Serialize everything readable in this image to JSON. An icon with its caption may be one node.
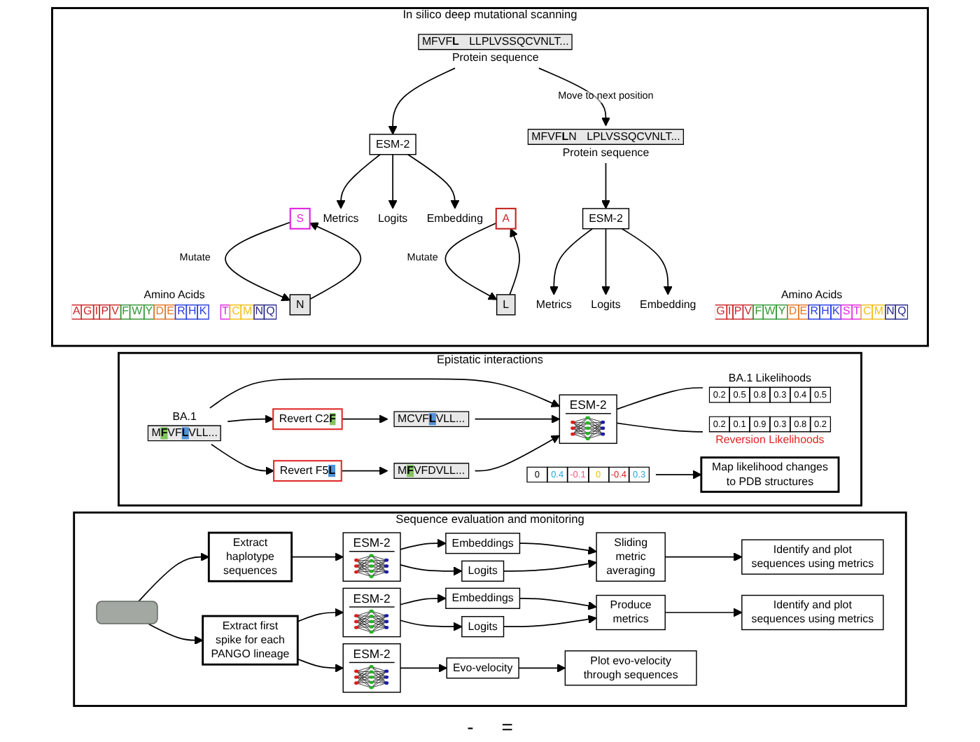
{
  "diagram": {
    "nodes": [
      {
        "text": [
          "In silico deep mutational scanning"
        ]
      },
      {
        "text": [
          "Amino Acids",
          "AGIPVFWYDERHK",
          "TCMNQ"
        ],
        "in": 0
      },
      {
        "text": [
          "S"
        ],
        "in": 0
      },
      {
        "text": [
          "N"
        ],
        "in": 0
      },
      {
        "text": [
          "MFVFL",
          "LLPLVSSQCVNLT..."
        ],
        "beside": [
          "Protein sequence"
        ],
        "in": 0
      },
      {
        "text": [
          "ESM-2"
        ],
        "in": 0
      },
      {
        "text": [
          "Metrics"
        ],
        "in": 0
      },
      {
        "text": [
          "Logits"
        ],
        "in": 0
      },
      {
        "text": [
          "Embedding"
        ],
        "in": 0
      },
      {
        "text": [
          "Amino Acids",
          "GIPVFWYDERHKSTCMNQ"
        ],
        "in": 0
      },
      {
        "text": [
          "A"
        ],
        "in": 0
      },
      {
        "text": [
          "L"
        ],
        "in": 0
      },
      {
        "text": [
          "MFVFLN",
          "LPLVSSQCVNLT..."
        ],
        "beside": [
          "Protein sequence"
        ],
        "in": 0
      },
      {
        "text": [
          "ESM-2"
        ],
        "in": 0
      },
      {
        "text": [
          "Metrics"
        ],
        "in": 0
      },
      {
        "text": [
          "Logits"
        ],
        "in": 0
      },
      {
        "text": [
          "Embedding"
        ],
        "in": 0
      },
      {
        "text": [
          "Epistatic interactions"
        ]
      },
      {
        "text": [
          "BA.1",
          "MFVFLVLL..."
        ],
        "in": 17
      },
      {
        "text": [
          "Revert C2F"
        ],
        "in": 17
      },
      {
        "text": [
          "Revert F5L"
        ],
        "in": 17
      },
      {
        "text": [
          "MCVFLVLL..."
        ],
        "in": 17
      },
      {
        "text": [
          "MFVFDVLL..."
        ],
        "in": 17
      },
      {
        "text": [
          "ESM-2"
        ],
        "in": 17
      },
      {
        "text": [
          "BA.1 Likelihoods",
          "0.2",
          "0.5",
          "0.8",
          "0.3",
          "0.4",
          "0.5"
        ],
        "in": 17
      },
      {
        "text": [
          "0.2",
          "0.1",
          "0.9",
          "0.3",
          "0.8",
          "0.2"
        ],
        "beside": [
          "Reversion Likelihoods"
        ],
        "in": 17
      },
      {
        "text": [
          "0",
          "0.4",
          "-0.1",
          "0",
          "-0.4",
          "0.3"
        ],
        "in": 17
      },
      {
        "text": [
          "Map likelihood changes to PDB structures"
        ],
        "in": 17
      },
      {
        "text": [
          "Sequence evaluation and monitoring"
        ]
      },
      {
        "text": [
          "Extract haplotype sequences"
        ],
        "in": 28
      },
      {
        "text": [
          "ESM-2"
        ],
        "in": 28
      },
      {
        "text": [
          "Embeddings"
        ],
        "in": 28
      },
      {
        "text": [
          "Logits"
        ],
        "in": 28
      },
      {
        "text": [
          "Sliding metric averaging"
        ],
        "in": 28
      },
      {
        "text": [
          "Identify and plot sequences using metrics"
        ],
        "in": 28
      },
      {
        "text": [],
        "shape": "box",
        "in": 28
      },
      {
        "text": [
          "Extract first spike for each PANGO lineage"
        ],
        "in": 28
      },
      {
        "text": [
          "ESM-2"
        ],
        "in": 28
      },
      {
        "text": [
          "Embeddings"
        ],
        "in": 28
      },
      {
        "text": [
          "Logits"
        ],
        "in": 28
      },
      {
        "text": [
          "Produce metrics"
        ],
        "in": 28
      },
      {
        "text": [
          "Identify and plot sequences using metrics"
        ],
        "in": 28
      },
      {
        "text": [
          "ESM-2"
        ],
        "in": 28
      },
      {
        "text": [
          "Evo-velocity"
        ],
        "in": 28
      },
      {
        "text": [
          "Plot evo-velocity through sequences"
        ],
        "in": 28
      }
    ],
    "edges": [
      {
        "from": 2,
        "to": 3,
        "arrow": "to",
        "label": "Mutate"
      },
      {
        "from": 3,
        "to": 2,
        "arrow": "to"
      },
      {
        "from": 4,
        "to": 5,
        "arrow": "to"
      },
      {
        "from": 5,
        "to": 6,
        "arrow": "to"
      },
      {
        "from": 5,
        "to": 7,
        "arrow": "to"
      },
      {
        "from": 5,
        "to": 8,
        "arrow": "to"
      },
      {
        "from": 4,
        "to": 12,
        "arrow": "to",
        "label": "Move to next position"
      },
      {
        "from": 10,
        "to": 11,
        "arrow": "to",
        "label": "Mutate"
      },
      {
        "from": 11,
        "to": 10,
        "arrow": "to"
      },
      {
        "from": 12,
        "to": 13,
        "arrow": "to"
      },
      {
        "from": 13,
        "to": 14,
        "arrow": "to"
      },
      {
        "from": 13,
        "to": 15,
        "arrow": "to"
      },
      {
        "from": 13,
        "to": 16,
        "arrow": "to"
      },
      {
        "from": 18,
        "to": 19,
        "arrow": "to"
      },
      {
        "from": 18,
        "to": 20,
        "arrow": "to"
      },
      {
        "from": 19,
        "to": 21,
        "arrow": "to"
      },
      {
        "from": 20,
        "to": 22,
        "arrow": "to"
      },
      {
        "from": 18,
        "to": 23,
        "arrow": "to"
      },
      {
        "from": 21,
        "to": 23,
        "arrow": "to"
      },
      {
        "from": 22,
        "to": 23,
        "arrow": "to"
      },
      {
        "from": 23,
        "to": 24,
        "arrow": "none"
      },
      {
        "from": 23,
        "to": 25,
        "arrow": "none"
      },
      {
        "from": 26,
        "to": 27,
        "arrow": "to"
      },
      {
        "from": 35,
        "to": 29,
        "arrow": "to"
      },
      {
        "from": 35,
        "to": 36,
        "arrow": "to"
      },
      {
        "from": 29,
        "to": 30,
        "arrow": "to"
      },
      {
        "from": 30,
        "to": 31,
        "arrow": "to"
      },
      {
        "from": 30,
        "to": 32,
        "arrow": "to"
      },
      {
        "from": 31,
        "to": 33,
        "arrow": "to"
      },
      {
        "from": 32,
        "to": 33,
        "arrow": "to"
      },
      {
        "from": 33,
        "to": 34,
        "arrow": "to"
      },
      {
        "from": 36,
        "to": 37,
        "arrow": "to"
      },
      {
        "from": 37,
        "to": 38,
        "arrow": "to"
      },
      {
        "from": 37,
        "to": 39,
        "arrow": "to"
      },
      {
        "from": 38,
        "to": 40,
        "arrow": "to"
      },
      {
        "from": 39,
        "to": 40,
        "arrow": "to"
      },
      {
        "from": 40,
        "to": 41,
        "arrow": "to"
      },
      {
        "from": 36,
        "to": 42,
        "arrow": "to"
      },
      {
        "from": 42,
        "to": 43,
        "arrow": "to"
      },
      {
        "from": 43,
        "to": 44,
        "arrow": "to"
      }
    ],
    "labels": [
      "-",
      "="
    ]
  }
}
